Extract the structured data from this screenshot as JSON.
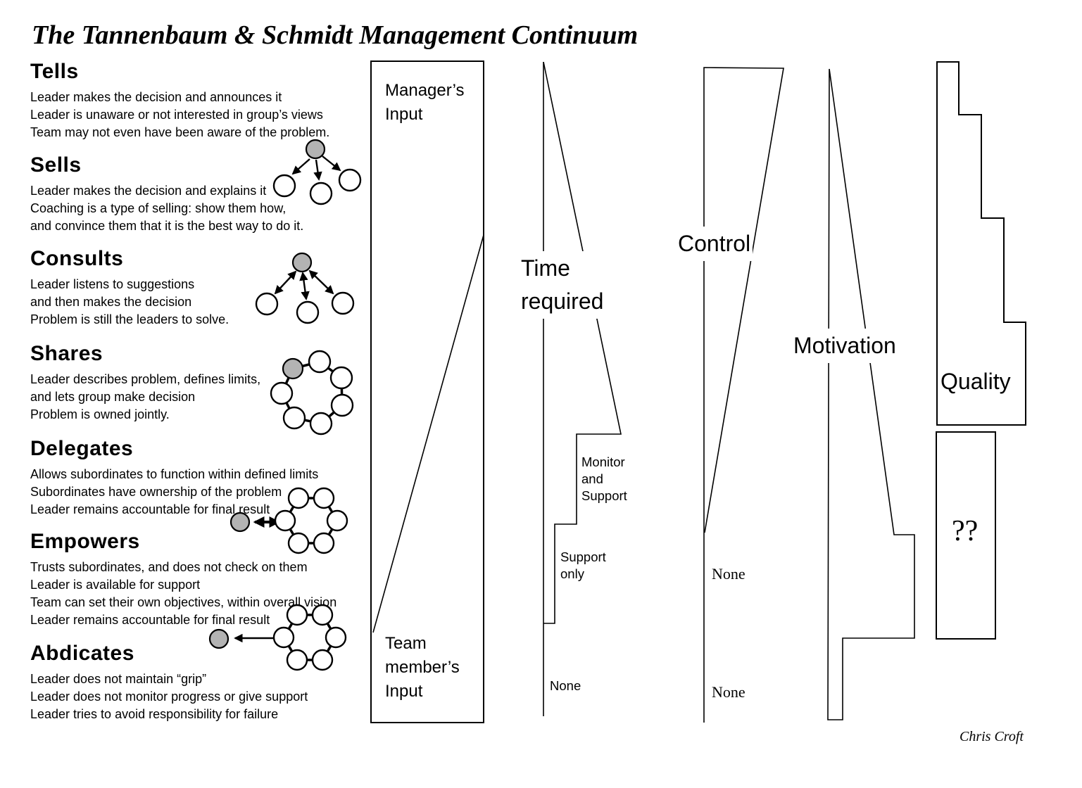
{
  "title": "The Tannenbaum & Schmidt Management Continuum",
  "author": "Chris Croft",
  "styles": [
    {
      "name": "Tells",
      "lines": [
        "Leader makes the decision and announces it",
        "Leader is unaware or not interested in group’s views",
        "Team may not even have been aware of the problem."
      ]
    },
    {
      "name": "Sells",
      "lines": [
        "Leader makes the decision and explains it",
        "Coaching is a type of selling: show them how,",
        "and convince them that it is the best way to do it."
      ]
    },
    {
      "name": "Consults",
      "lines": [
        "Leader listens to suggestions",
        "and then makes the decision",
        "Problem is still the leaders to solve."
      ]
    },
    {
      "name": "Shares",
      "lines": [
        "Leader describes problem, defines limits,",
        "and lets group make decision",
        "Problem is owned jointly."
      ]
    },
    {
      "name": "Delegates",
      "lines": [
        "Allows subordinates to function within defined limits",
        "Subordinates have ownership of the problem",
        "Leader remains accountable for final result"
      ]
    },
    {
      "name": "Empowers",
      "lines": [
        "Trusts subordinates, and does not check on them",
        "Leader is available for support",
        "Team can set their own objectives, within overall vision",
        "Leader remains accountable for final result"
      ]
    },
    {
      "name": "Abdicates",
      "lines": [
        "Leader does not maintain “grip”",
        "Leader does not monitor progress or give support",
        "Leader tries to avoid responsibility for failure"
      ]
    }
  ],
  "columns": {
    "input": {
      "top_label": "Manager’s Input",
      "bottom_label": "Team member’s Input"
    },
    "time": {
      "label": "Time required",
      "step_labels": [
        "Monitor and Support",
        "Support only",
        "None"
      ]
    },
    "control": {
      "label": "Control",
      "none_labels": [
        "None",
        "None"
      ]
    },
    "motivation": {
      "label": "Motivation"
    },
    "quality": {
      "label": "Quality"
    },
    "unknown": {
      "label": "??"
    }
  },
  "colors": {
    "leader_fill": "#b3b3b3",
    "line": "#000000"
  }
}
